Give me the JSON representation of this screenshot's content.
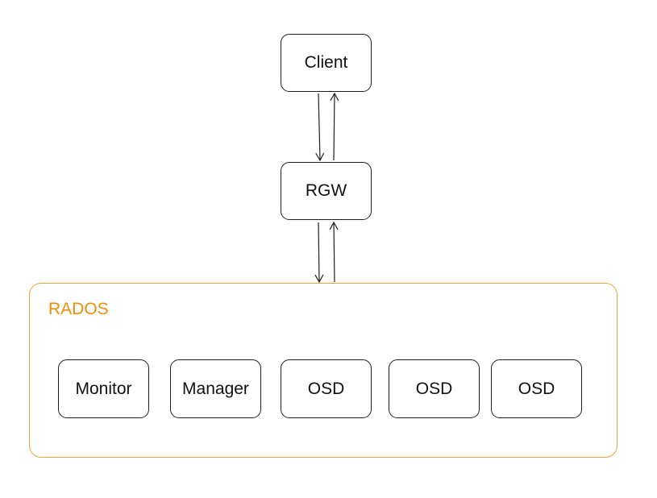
{
  "nodes": {
    "client": "Client",
    "rgw": "RGW"
  },
  "rados": {
    "label": "RADOS",
    "components": [
      "Monitor",
      "Manager",
      "OSD",
      "OSD",
      "OSD"
    ]
  },
  "colors": {
    "container_border": "#e8a33d",
    "container_label": "#e8900c",
    "node_border": "#1f1f1f"
  }
}
